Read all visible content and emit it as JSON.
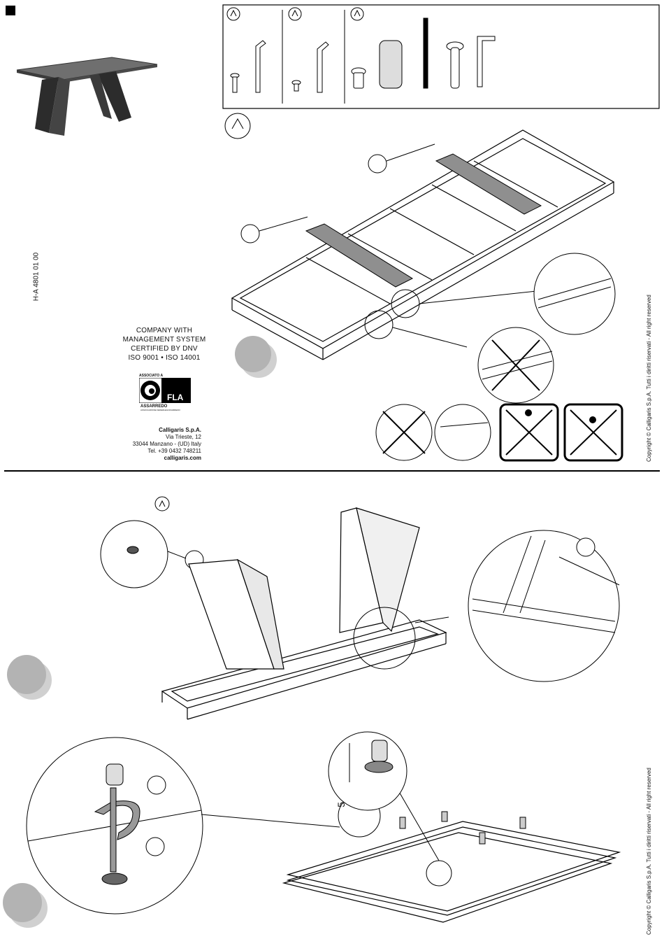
{
  "document": {
    "code": "H-A 4801 01 00",
    "certification": [
      "COMPANY WITH",
      "MANAGEMENT SYSTEM",
      "CERTIFIED BY DNV",
      "ISO 9001 • ISO 14001"
    ],
    "fla_logo": {
      "tag": "ASSOCIATO A",
      "name": "ASSARREDO",
      "sub": "ASSOCIAZIONE FEDERLEGNOARREDO"
    },
    "company": {
      "name": "Calligaris S.p.A.",
      "street": "Via Trieste, 12",
      "city": "33044 Manzano - (UD) Italy",
      "phone": "Tel. +39 0432 748211",
      "web": "calligaris.com"
    },
    "copyright": "Copyright © Calligaris S.p.A.  Tutti i diritti riservati - All right reserved",
    "dimension_label": "5"
  },
  "icons": {
    "hardware_section": "hex-key-icon",
    "warning": "prohibited-icon",
    "step_marker": "step-circle-icon"
  },
  "colors": {
    "line": "#111111",
    "panel": "#8f8f8f",
    "marker": "#b3b3b3"
  }
}
